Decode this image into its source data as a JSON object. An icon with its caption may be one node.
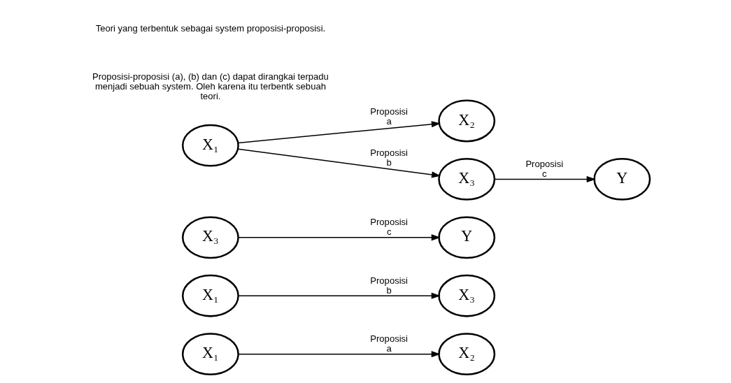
{
  "diagram": {
    "nodes": [
      {
        "text": [
          "X₁"
        ]
      },
      {
        "text": [
          "X₂"
        ]
      },
      {
        "text": [
          "X₁"
        ]
      },
      {
        "text": [
          "X₃"
        ]
      },
      {
        "text": [
          "X₃"
        ]
      },
      {
        "text": [
          "Y"
        ]
      },
      {
        "text": [
          "X₁"
        ]
      },
      {
        "text": [
          "X₂"
        ]
      },
      {
        "text": [
          "X₃"
        ]
      },
      {
        "text": [
          "Y"
        ]
      }
    ],
    "edges": [
      {
        "from": 0,
        "to": 1,
        "arrow": "to",
        "label": "Proposisi a"
      },
      {
        "from": 2,
        "to": 3,
        "arrow": "to",
        "label": "Proposisi b"
      },
      {
        "from": 4,
        "to": 5,
        "arrow": "to",
        "label": "Proposisi c"
      },
      {
        "from": 6,
        "to": 7,
        "arrow": "to",
        "label": "Proposisi a"
      },
      {
        "from": 6,
        "to": 8,
        "arrow": "to",
        "label": "Proposisi b"
      },
      {
        "from": 8,
        "to": 9,
        "arrow": "to",
        "label": "Proposisi c"
      }
    ],
    "labels": [
      "Proposisi-proposisi (a), (b) dan (c) dapat dirangkai terpadu menjadi sebuah system. Oleh karena itu terbentk sebuah teori.",
      "Teori yang terbentuk sebagai system proposisi-proposisi."
    ]
  }
}
